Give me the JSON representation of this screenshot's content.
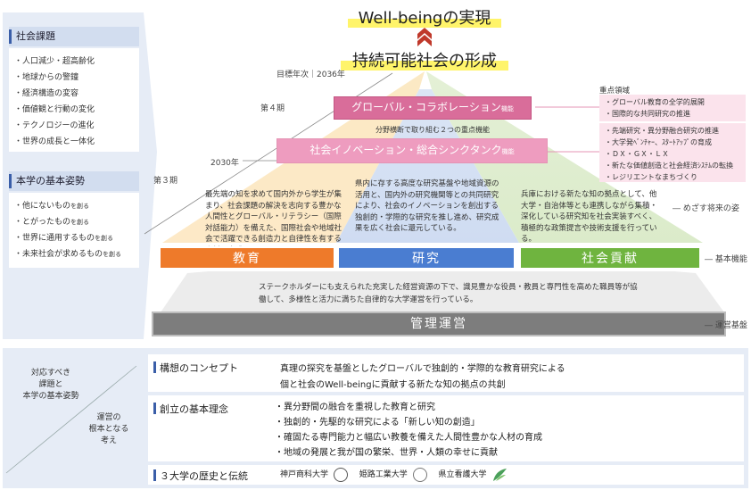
{
  "top": {
    "wellbeing": "Well-beingの実現",
    "sustainable": "持続可能社会の形成"
  },
  "left_panel": {
    "issues_title": "社会課題",
    "issues": [
      "・人口減少・超高齢化",
      "・地球からの警鐘",
      "・経済構造の変容",
      "・価値観と行動の変化",
      "・テクノロジーの進化",
      "・世界の成長と一体化"
    ],
    "stance_title": "本学の基本姿勢",
    "stance": [
      {
        "main": "・他にないもの",
        "small": "を創る"
      },
      {
        "main": "・とがったもの",
        "small": "を創る"
      },
      {
        "main": "・世界に通用するもの",
        "small": "を創る"
      },
      {
        "main": "・未来社会が求めるもの",
        "small": "を創る"
      }
    ]
  },
  "timeline": {
    "target_year": "目標年次｜2036年",
    "phase4": "第４期",
    "year2030": "2030年",
    "phase3": "第３期"
  },
  "priority": {
    "label": "重点領域",
    "global_box": {
      "main": "グローバル・コラボレーション",
      "small": "機能"
    },
    "global_items": [
      "・グローバル教育の全学的展開",
      "・国際的な共同研究の推進"
    ],
    "cross_label": "分野横断で取り組む２つの重点機能",
    "social_box": {
      "main": "社会イノベーション・総合シンクタンク",
      "small": "機能"
    },
    "social_items": [
      "・先端研究・異分野融合研究の推進",
      "・大学発ﾍﾞﾝﾁｬｰ、ｽﾀｰﾄｱｯﾌﾟの育成",
      "・ＤＸ・ＧＸ・ＬＸ",
      "・新たな価値創造と社会経済ｼｽﾃﾑの転換",
      "・レジリエントなまちづくり"
    ]
  },
  "pillars": {
    "education_text": "最先端の知を求めて国内外から学生が集まり、社会課題の解決を志向する豊かな人間性とグローバル・リテラシー（国際対話能力）を備えた、国際社会や地域社会で活躍できる創造力と自律性を有する人材を育成している。",
    "research_text": "県内に存する高度な研究基盤や地域資源の活用と、国内外の研究機関等との共同研究により、社会のイノベーションを創出する独創的・学際的な研究を推し進め、研究成果を広く社会に還元している。",
    "contribution_text": "兵庫における新たな知の拠点として、他大学・自治体等とも連携しながら集積・深化している研究知を社会実装すべく、積極的な政策提言や技術支援を行っている。",
    "education_label": "教育",
    "research_label": "研究",
    "contribution_label": "社会貢献"
  },
  "right_labels": {
    "future": "― めざす将来の姿",
    "basic": "― 基本機能",
    "management": "― 運営基盤"
  },
  "management": {
    "text": "ステークホルダーにも支えられた充実した経営資源の下で、識見豊かな役員・教員と専門性を高めた職員等が協働して、多様性と活力に満ちた自律的な大学運営を行っている。",
    "label": "管理運営"
  },
  "bottom": {
    "left_label1": [
      "対応すべき",
      "課題と",
      "本学の基本姿勢"
    ],
    "left_label2": [
      "運営の",
      "根本となる",
      "考え"
    ],
    "concept_title": "構想のコンセプト",
    "concept_lines": [
      "真理の探究を基盤としたグローバルで独創的・学際的な教育研究による",
      "個と社会のWell-beingに貢献する新たな知の拠点の共創"
    ],
    "founding_title": "創立の基本理念",
    "founding_items": [
      "・異分野間の融合を重視した教育と研究",
      "・独創的・先駆的な研究による「新しい知の創造」",
      "・確固たる専門能力と幅広い教養を備えた人間性豊かな人材の育成",
      "・地域の発展と我が国の繁栄、世界・人類の幸せに貢献"
    ],
    "history_title": "３大学の歴史と伝統",
    "universities": [
      "神戸商科大学",
      "姫路工業大学",
      "県立看護大学"
    ]
  }
}
